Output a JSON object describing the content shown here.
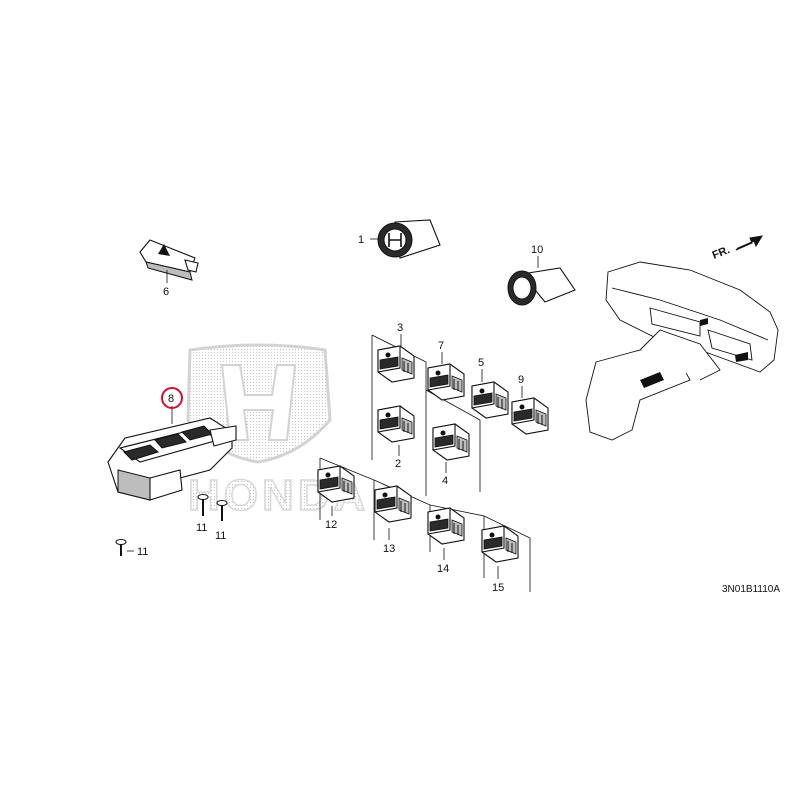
{
  "diagram": {
    "code": "3N01B1110A",
    "direction_label": "FR.",
    "watermark_text": "HONDA",
    "highlighted_callout": "8",
    "colors": {
      "line": "#111111",
      "highlight": "#d0112b",
      "watermark": "#c8c8c8"
    },
    "callouts": {
      "c1": "1",
      "c2": "2",
      "c3": "3",
      "c4": "4",
      "c5": "5",
      "c6": "6",
      "c7": "7",
      "c8": "8",
      "c9": "9",
      "c10": "10",
      "c11a": "11",
      "c11b": "11",
      "c11c": "11",
      "c12": "12",
      "c13": "13",
      "c14": "14",
      "c15": "15"
    }
  }
}
